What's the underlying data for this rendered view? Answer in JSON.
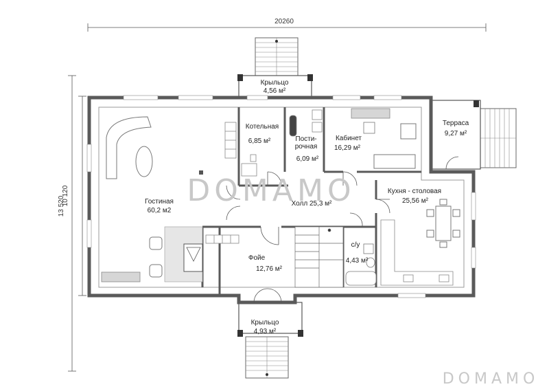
{
  "dimensions": {
    "width_total": "20260",
    "height_total": "13 520",
    "height_inner": "10 120"
  },
  "rooms": {
    "porch_top": {
      "name": "Крыльцо",
      "area": "4,56 м²"
    },
    "boiler": {
      "name": "Котельная",
      "area": "6,85 м²"
    },
    "laundry": {
      "name_line1": "Пости-",
      "name_line2": "рочная",
      "area": "6,09 м²"
    },
    "office": {
      "name": "Кабинет",
      "area": "16,29 м²"
    },
    "terrace": {
      "name": "Терраса",
      "area": "9,27 м²"
    },
    "living": {
      "name": "Гостиная",
      "area": "60,2 м2"
    },
    "hall": {
      "label": "Холл 25,3 м²"
    },
    "kitchen": {
      "name": "Кухня - столовая",
      "area": "25,56 м²"
    },
    "foyer": {
      "name": "Фойе",
      "area": "12,76 м²"
    },
    "bath": {
      "name": "с/у",
      "area": "4,43 м²"
    },
    "porch_bottom": {
      "name": "Крыльцо",
      "area": "4,93 м²"
    }
  },
  "watermark": {
    "center": "DOMAMO",
    "corner": "DOMAMO"
  },
  "colors": {
    "wall": "#5a5a5a",
    "furniture": "#9a9a9a",
    "watermark": "#c8c8c8",
    "glass": "#cfcfcf"
  }
}
